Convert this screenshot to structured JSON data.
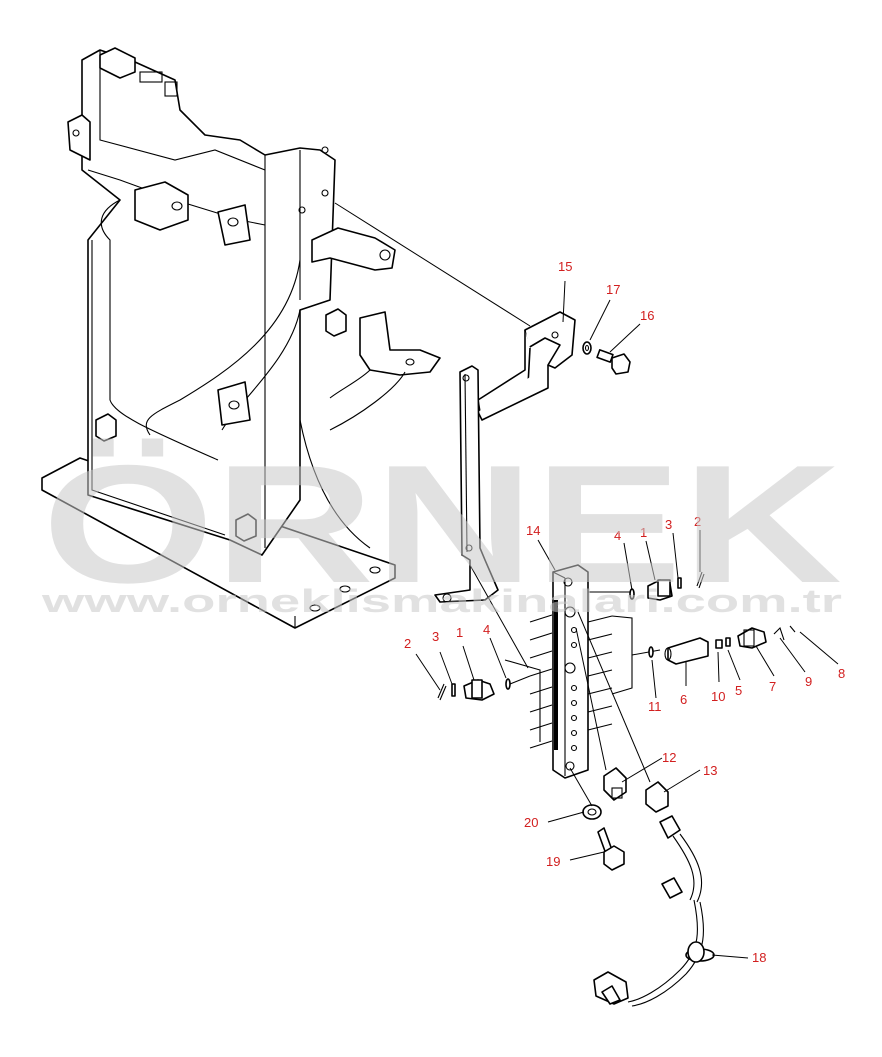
{
  "watermark": {
    "brand": "ÖRNEK",
    "url": "www.orneklismakinalari.com.tr",
    "color": "#c8c8c8",
    "accent": "#e8a33c"
  },
  "callout_color": "#d21f1f",
  "callouts": [
    {
      "id": "c15",
      "label": "15"
    },
    {
      "id": "c17",
      "label": "17"
    },
    {
      "id": "c16",
      "label": "16"
    },
    {
      "id": "c14",
      "label": "14"
    },
    {
      "id": "c4a",
      "label": "4"
    },
    {
      "id": "c1a",
      "label": "1"
    },
    {
      "id": "c3a",
      "label": "3"
    },
    {
      "id": "c2a",
      "label": "2"
    },
    {
      "id": "c2b",
      "label": "2"
    },
    {
      "id": "c3b",
      "label": "3"
    },
    {
      "id": "c1b",
      "label": "1"
    },
    {
      "id": "c4b",
      "label": "4"
    },
    {
      "id": "c8",
      "label": "8"
    },
    {
      "id": "c9",
      "label": "9"
    },
    {
      "id": "c7",
      "label": "7"
    },
    {
      "id": "c5",
      "label": "5"
    },
    {
      "id": "c10",
      "label": "10"
    },
    {
      "id": "c6",
      "label": "6"
    },
    {
      "id": "c11",
      "label": "11"
    },
    {
      "id": "c12",
      "label": "12"
    },
    {
      "id": "c13",
      "label": "13"
    },
    {
      "id": "c20",
      "label": "20"
    },
    {
      "id": "c19",
      "label": "19"
    },
    {
      "id": "c18",
      "label": "18"
    }
  ]
}
